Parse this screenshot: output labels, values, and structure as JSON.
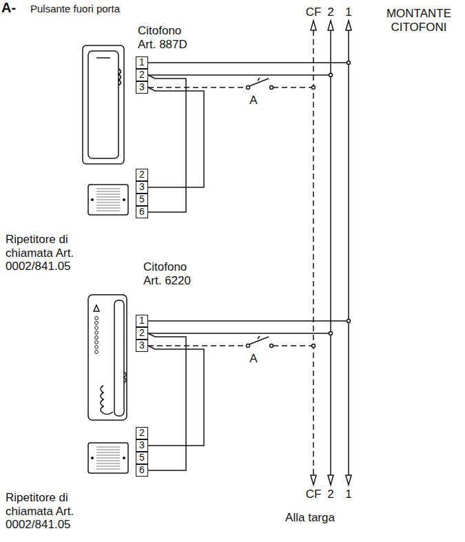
{
  "diagram": {
    "nodes": [
      {
        "text": [
          "1"
        ]
      },
      {
        "text": [
          "2"
        ]
      },
      {
        "text": [
          "3"
        ]
      },
      {
        "text": [
          "2"
        ]
      },
      {
        "text": [
          "3"
        ]
      },
      {
        "text": [
          "5"
        ]
      },
      {
        "text": [
          "6"
        ]
      },
      {
        "text": [
          "1"
        ]
      },
      {
        "text": [
          "2"
        ]
      },
      {
        "text": [
          "3"
        ]
      },
      {
        "text": [
          "2"
        ]
      },
      {
        "text": [
          "3"
        ]
      },
      {
        "text": [
          "5"
        ]
      },
      {
        "text": [
          "6"
        ]
      }
    ],
    "edges": [
      {
        "from": 1,
        "to": 6,
        "arrow": "none"
      },
      {
        "from": 2,
        "to": 4,
        "arrow": "none"
      },
      {
        "from": 8,
        "to": 13,
        "arrow": "none"
      },
      {
        "from": 9,
        "to": 11,
        "arrow": "none"
      }
    ],
    "labels": [
      "A-",
      "Pulsante fuori porta",
      "Citofono Art. 887D",
      "CF",
      "2",
      "1",
      "MONTANTE CITOFONI",
      "A",
      "Ripetitore di chiamata Art. 0002/841.05",
      "Citofono Art. 6220",
      "A",
      "Ripetitore di chiamata Art. 0002/841.05",
      "CF",
      "2",
      "1",
      "Alla targa"
    ]
  }
}
